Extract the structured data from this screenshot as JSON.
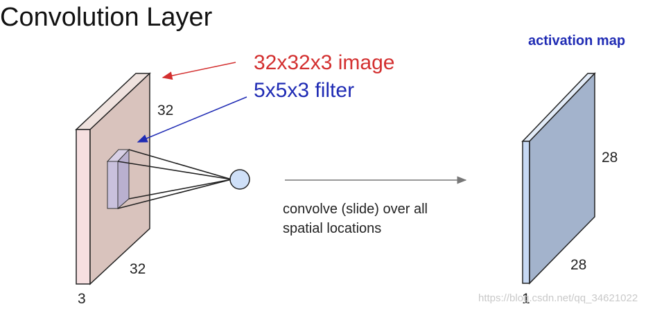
{
  "title": "Convolution Layer",
  "image_label": "32x32x3 image",
  "filter_label": "5x5x3 filter",
  "input_volume": {
    "height": "32",
    "width": "32",
    "depth": "3"
  },
  "description": {
    "line1": "convolve (slide) over all",
    "line2": "spatial locations"
  },
  "activation_map": {
    "title": "activation map",
    "height": "28",
    "width": "28",
    "depth": "1"
  },
  "watermark": "https://blog.csdn.net/qq_34621022",
  "colors": {
    "image_face": "#d9c3bd",
    "image_side": "#f6dfe0",
    "filter_face": "#b9b0cf",
    "neuron": "#cfe0f8",
    "map_face": "#a3b3cc",
    "map_side": "#c7d9f4",
    "red_label": "#d32f2f",
    "blue_label": "#1f2bb4"
  }
}
